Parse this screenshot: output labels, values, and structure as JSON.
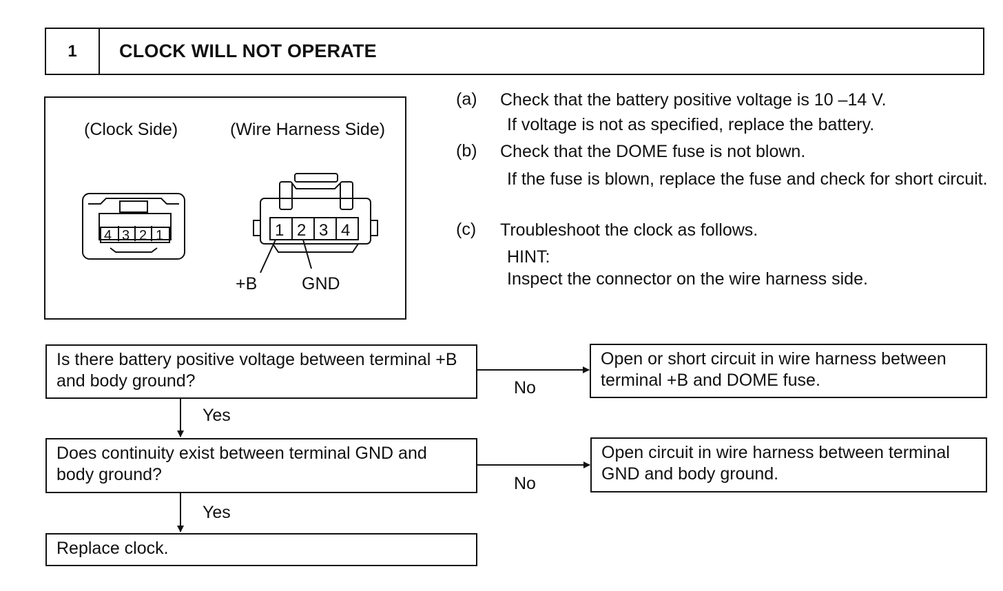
{
  "header": {
    "step_number": "1",
    "title": "CLOCK WILL NOT OPERATE"
  },
  "diagram": {
    "clock_side_label": "(Clock Side)",
    "harness_side_label": "(Wire Harness Side)",
    "clock_terminals": [
      "4",
      "3",
      "2",
      "1"
    ],
    "harness_terminals": [
      "1",
      "2",
      "3",
      "4"
    ],
    "plus_b_label": "+B",
    "gnd_label": "GND"
  },
  "steps": [
    {
      "letter": "(a)",
      "text": "Check that the battery positive voltage is 10 –14 V.",
      "note": "If voltage is not as specified, replace the battery."
    },
    {
      "letter": "(b)",
      "text": "Check that the DOME fuse is not blown.",
      "note": "If the fuse is blown, replace the fuse and check for short circuit."
    },
    {
      "letter": "(c)",
      "text": "Troubleshoot the clock as follows.",
      "hint_label": "HINT:",
      "hint_text": "Inspect the connector on the wire harness side."
    }
  ],
  "flowchart": {
    "q1": "Is there battery positive voltage between terminal +B and body ground?",
    "q1_no_result": "Open or short circuit in wire harness between terminal +B and DOME fuse.",
    "q2": "Does continuity exist between terminal GND and body ground?",
    "q2_no_result": "Open circuit in wire harness between terminal GND and body ground.",
    "final": "Replace clock.",
    "yes_label": "Yes",
    "no_label": "No"
  }
}
